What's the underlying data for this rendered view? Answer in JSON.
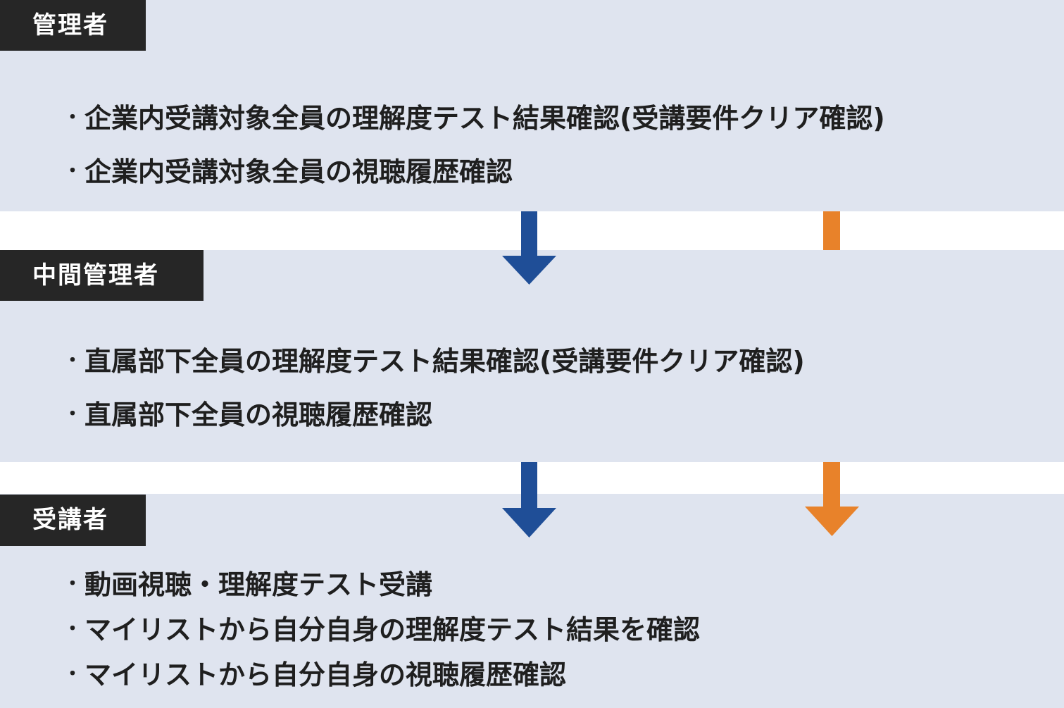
{
  "colors": {
    "panel_bg": "#dfe4ef",
    "tag_bg": "#262626",
    "tag_text": "#ffffff",
    "body_text": "#1f1f1f",
    "arrow_blue": "#1f4e97",
    "arrow_orange": "#e8822a"
  },
  "sections": {
    "admin": {
      "label": "管理者",
      "items": [
        "企業内受講対象全員の理解度テスト結果確認(受講要件クリア確認)",
        "企業内受講対象全員の視聴履歴確認"
      ]
    },
    "middle_manager": {
      "label": "中間管理者",
      "items": [
        "直属部下全員の理解度テスト結果確認(受講要件クリア確認)",
        "直属部下全員の視聴履歴確認"
      ]
    },
    "learner": {
      "label": "受講者",
      "items": [
        "動画視聴・理解度テスト受講",
        "マイリストから自分自身の理解度テスト結果を確認",
        "マイリストから自分自身の視聴履歴確認"
      ]
    }
  },
  "bullet": "・"
}
